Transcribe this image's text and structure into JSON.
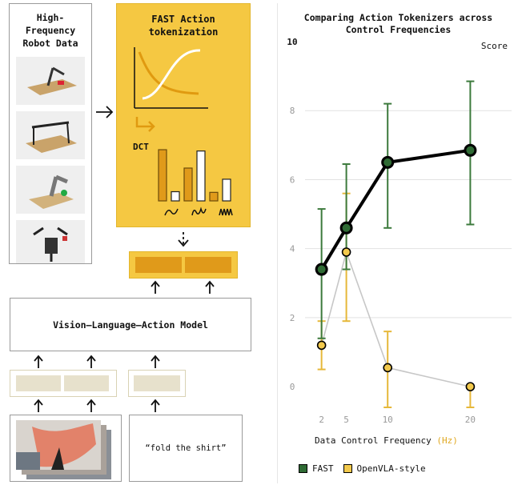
{
  "robot_data": {
    "title_line1": "High-",
    "title_line2": "Frequency",
    "title_line3": "Robot Data"
  },
  "fast_panel": {
    "title_line1": "FAST Action",
    "title_line2": "tokenization",
    "dct_label": "DCT",
    "bars": [
      {
        "orange": 0.78,
        "white": 0.0
      },
      {
        "orange": 0.0,
        "white": 0.14
      },
      {
        "orange": 0.5,
        "white": 0.0
      },
      {
        "orange": 0.0,
        "white": 0.76
      },
      {
        "orange": 0.13,
        "white": 0.0
      },
      {
        "orange": 0.0,
        "white": 0.33
      }
    ]
  },
  "vla": {
    "label": "Vision–Language–Action Model"
  },
  "instruction": {
    "text": "“fold the shirt”"
  },
  "chart_data": {
    "type": "line",
    "title_line1": "Comparing Action Tokenizers across",
    "title_line2": "Control Frequencies",
    "ylabel": "Score",
    "xlabel": "Data Control Frequency",
    "xlabel_unit": "(Hz)",
    "x": [
      2,
      5,
      10,
      20
    ],
    "xlim": [
      0,
      25
    ],
    "ylim": [
      -0.6,
      10
    ],
    "yticks": [
      0,
      2,
      4,
      6,
      8,
      10
    ],
    "series": [
      {
        "name": "FAST",
        "color": "#000000",
        "marker_fill": "#2f6b34",
        "error_color": "#3c7a3c",
        "values": [
          3.4,
          4.6,
          6.5,
          6.85
        ],
        "err_low": [
          1.4,
          3.4,
          4.6,
          4.7
        ],
        "err_high": [
          5.15,
          6.45,
          8.2,
          8.85
        ]
      },
      {
        "name": "OpenVLA-style",
        "color": "#c7c7c7",
        "marker_fill": "#f2c94c",
        "error_color": "#e6b83a",
        "values": [
          1.2,
          3.9,
          0.55,
          0.0
        ],
        "err_low": [
          0.5,
          1.9,
          -0.6,
          -0.6
        ],
        "err_high": [
          1.9,
          5.6,
          1.6,
          0.0
        ]
      }
    ]
  }
}
